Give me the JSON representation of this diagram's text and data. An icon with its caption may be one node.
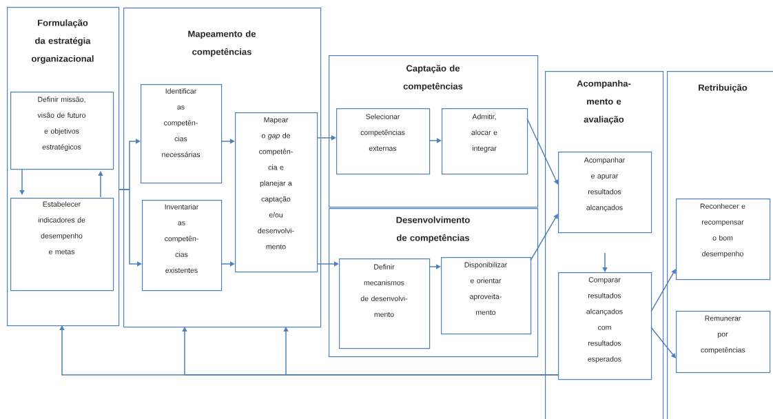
{
  "diagram": {
    "nodes": [
      {
        "text": [
          "Formulação da estratégia organizacional"
        ]
      },
      {
        "text": [
          "Definir missão, visão de futuro e objetivos estratégicos"
        ],
        "in": 0
      },
      {
        "text": [
          "Estabelecer indicadores de desempenho e metas"
        ],
        "in": 0
      },
      {
        "text": [
          "Mapeamento de competências"
        ]
      },
      {
        "text": [
          "Identificar as competên- cias necessárias"
        ],
        "in": 3
      },
      {
        "text": [
          "Inventariar as competên- cias existentes"
        ],
        "in": 3
      },
      {
        "text": [
          "Mapear o *gap* de competên- cia e planejar a captação e/ou desenvolvi- mento"
        ],
        "in": 3
      },
      {
        "text": [
          "Captação de competências"
        ]
      },
      {
        "text": [
          "Selecionar competências externas"
        ],
        "in": 7
      },
      {
        "text": [
          "Admitir, alocar e integrar"
        ],
        "in": 7
      },
      {
        "text": [
          "Desenvolvimento de competências"
        ]
      },
      {
        "text": [
          "Definir mecanismos de desenvolvi- mento"
        ],
        "in": 10
      },
      {
        "text": [
          "Disponibilizar e orientar aproveita- mento"
        ],
        "in": 10
      },
      {
        "text": [
          "Acompanha- mento e avaliação"
        ]
      },
      {
        "text": [
          "Acompanhar e apurar resultados alcançados"
        ],
        "in": 13
      },
      {
        "text": [
          "Comparar resultados alcançados com resultados esperados"
        ],
        "in": 13
      },
      {
        "text": [
          "Retribuição"
        ]
      },
      {
        "text": [
          "Reconhecer e recompensar o bom desempenho"
        ],
        "in": 16
      },
      {
        "text": [
          "Remunerar por competências"
        ],
        "in": 16
      }
    ],
    "edges": [
      {
        "from": 1,
        "to": 2,
        "arrow": "to"
      },
      {
        "from": 2,
        "to": 1,
        "arrow": "to"
      },
      {
        "from": 0,
        "to": 4,
        "arrow": "to"
      },
      {
        "from": 0,
        "to": 5,
        "arrow": "to"
      },
      {
        "from": 4,
        "to": 6,
        "arrow": "to"
      },
      {
        "from": 5,
        "to": 6,
        "arrow": "to"
      },
      {
        "from": 6,
        "to": 8,
        "arrow": "to"
      },
      {
        "from": 6,
        "to": 11,
        "arrow": "to"
      },
      {
        "from": 8,
        "to": 9,
        "arrow": "to"
      },
      {
        "from": 11,
        "to": 12,
        "arrow": "to"
      },
      {
        "from": 9,
        "to": 14,
        "arrow": "to"
      },
      {
        "from": 12,
        "to": 14,
        "arrow": "to"
      },
      {
        "from": 14,
        "to": 15,
        "arrow": "to"
      },
      {
        "from": 15,
        "to": 17,
        "arrow": "to"
      },
      {
        "from": 15,
        "to": 18,
        "arrow": "to"
      },
      {
        "from": 15,
        "to": 0,
        "arrow": "to"
      },
      {
        "from": 15,
        "to": 3,
        "arrow": "to"
      },
      {
        "from": 15,
        "to": 3,
        "arrow": "to"
      }
    ]
  }
}
